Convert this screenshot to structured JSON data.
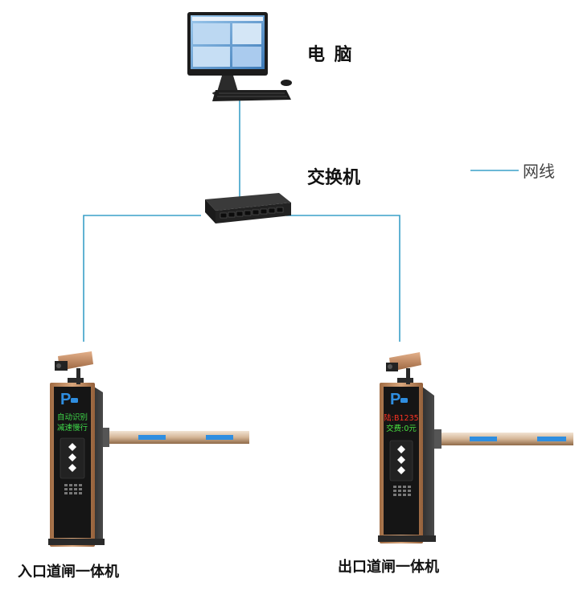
{
  "labels": {
    "computer": "电 脑",
    "switch": "交换机",
    "legend_cable": "网线",
    "entrance": "入口道闸一体机",
    "exit": "出口道闸一体机"
  },
  "entrance_display": {
    "line1": "自动识别",
    "line2": "减速慢行"
  },
  "exit_display": {
    "line1": "陆:B1235",
    "line2": "交费:0元"
  },
  "colors": {
    "cable": "#3aa0c8",
    "cabinet_trim": "#b88258",
    "cabinet_body": "#1a1a1a",
    "boom_stripe": "#2f8ee0",
    "entrance_text": "#3fd84a",
    "exit_text_red": "#ff3322",
    "exit_text_green": "#49e040"
  }
}
